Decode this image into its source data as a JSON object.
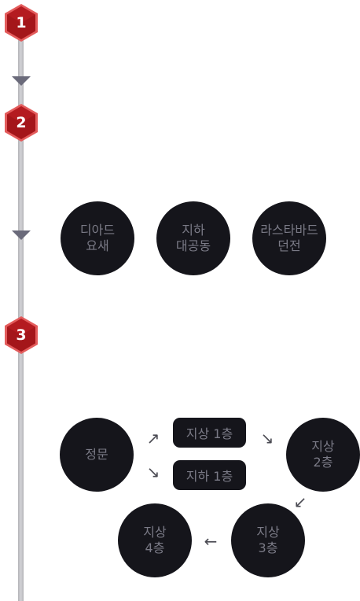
{
  "steps": [
    "1",
    "2",
    "3"
  ],
  "sections": {
    "step2_places": [
      {
        "line1": "디아드",
        "line2": "요새"
      },
      {
        "line1": "지하",
        "line2": "대공동"
      },
      {
        "line1": "라스타바드",
        "line2": "던전"
      }
    ],
    "step3_route": {
      "start": "정문",
      "option_up": "지상 1층",
      "option_down": "지하 1층",
      "floor2": {
        "line1": "지상",
        "line2": "2층"
      },
      "floor3": {
        "line1": "지상",
        "line2": "3층"
      },
      "floor4": {
        "line1": "지상",
        "line2": "4층"
      },
      "arrows": {
        "up_right": "↗",
        "down_right": "↘",
        "down_left": "↙",
        "left": "←"
      }
    }
  },
  "colors": {
    "badge_fill": "#a4161a",
    "badge_border": "#e35c5c",
    "circle_bg": "#15151b",
    "circle_text": "#7a7a86",
    "line": "#c4c4c8",
    "arrow": "#6a6a7a"
  }
}
